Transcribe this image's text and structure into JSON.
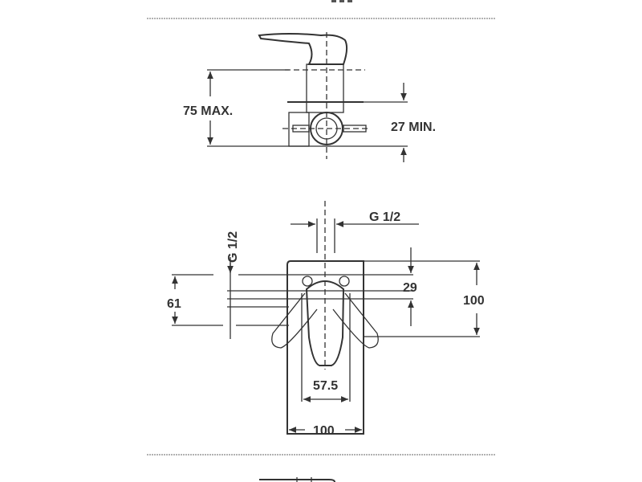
{
  "drawing": {
    "side_view": {
      "max_depth_label": "75 MAX.",
      "min_depth_label": "27 MIN."
    },
    "front_view": {
      "inlet_thread_top": "G 1/2",
      "inlet_thread_side": "G 1/2",
      "height_61": "61",
      "offset_29": "29",
      "plate_height": "100",
      "body_width": "57.5",
      "plate_width": "100"
    }
  }
}
